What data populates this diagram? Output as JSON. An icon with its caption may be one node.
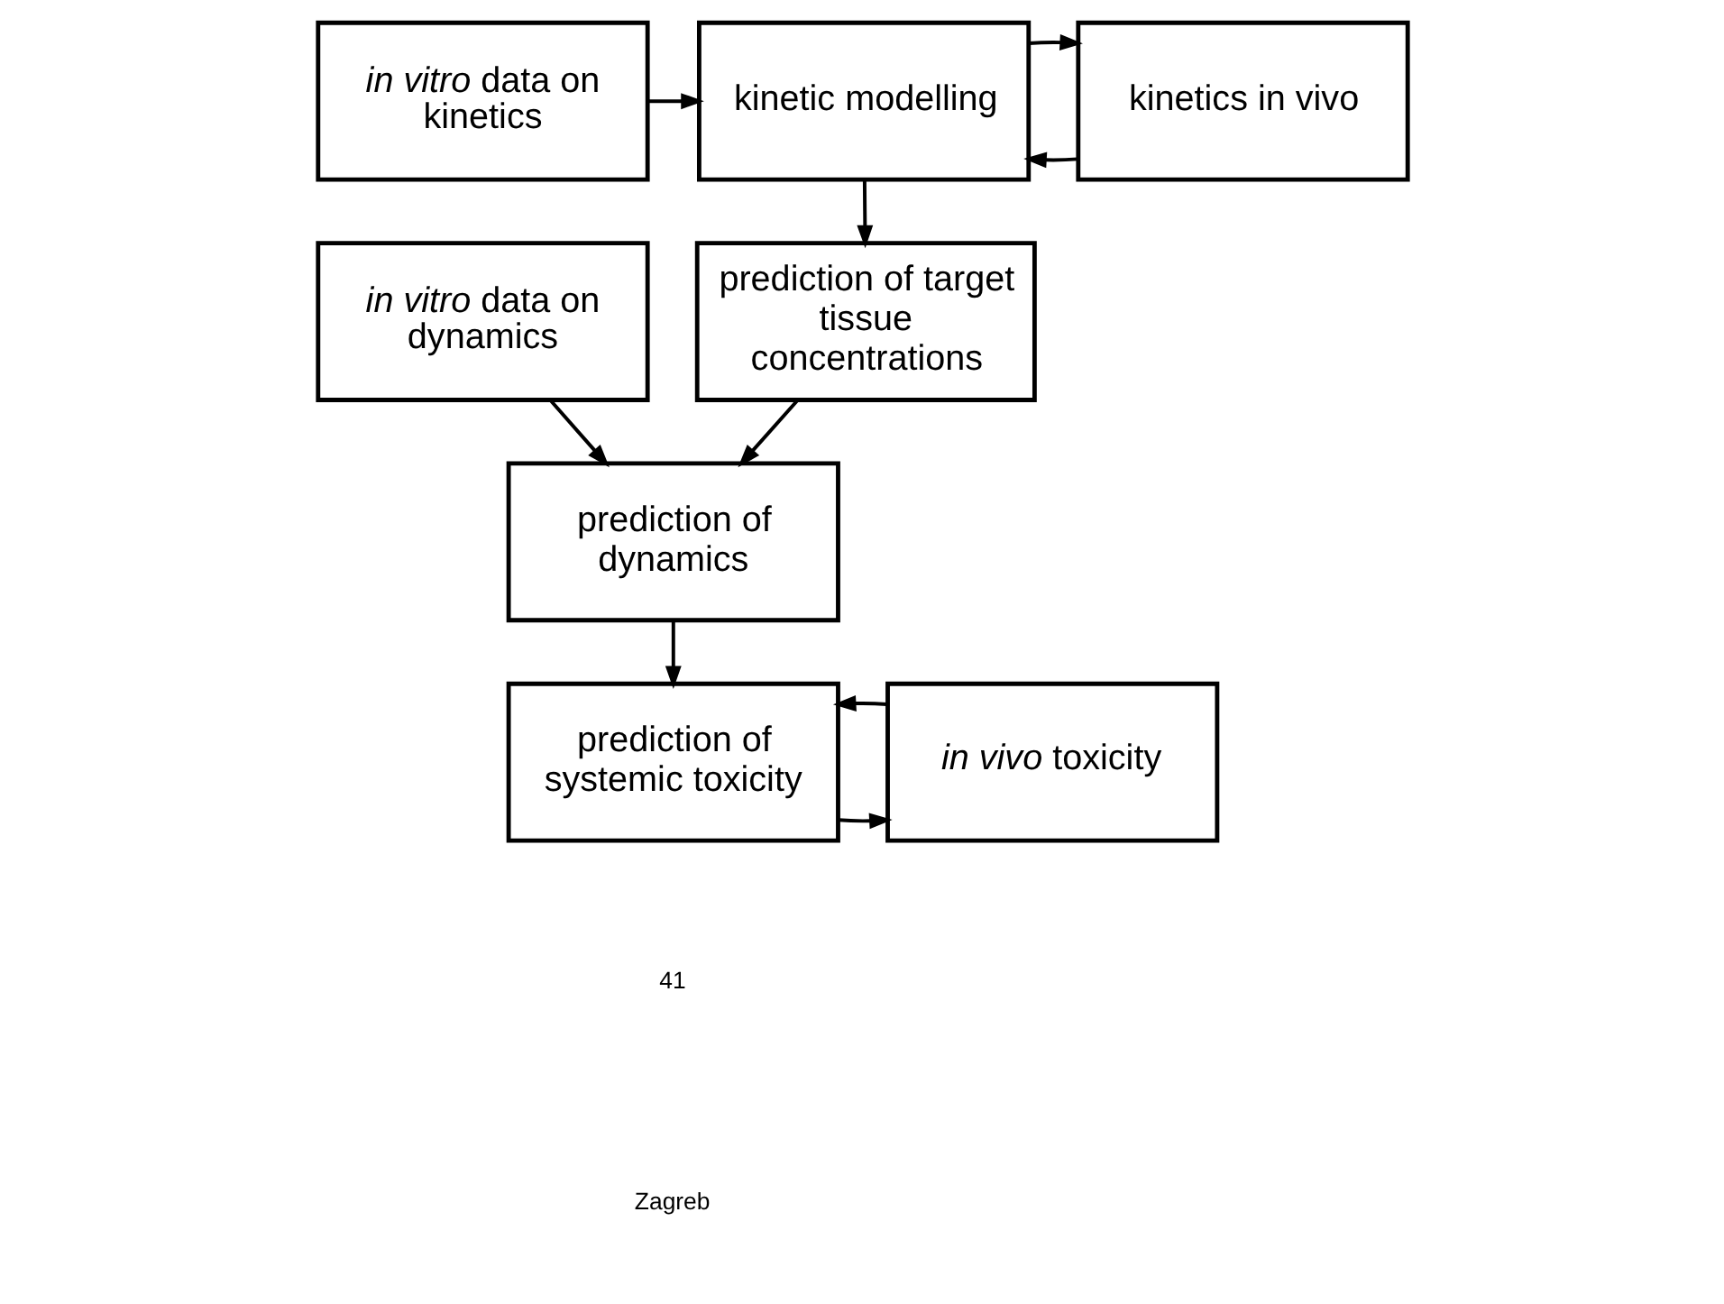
{
  "diagram": {
    "nodes": [
      {
        "text": [
          "*in vitro* data on kinetics"
        ]
      },
      {
        "text": [
          "kinetic modelling"
        ]
      },
      {
        "text": [
          "kinetics in vivo"
        ]
      },
      {
        "text": [
          "*in vitro* data on dynamics"
        ]
      },
      {
        "text": [
          "prediction of target tissue concentrations"
        ]
      },
      {
        "text": [
          "prediction of dynamics"
        ]
      },
      {
        "text": [
          "prediction of systemic toxicity"
        ]
      },
      {
        "text": [
          "*in vivo* toxicity"
        ]
      }
    ],
    "edges": [
      {
        "from": 0,
        "to": 1,
        "arrow": "to"
      },
      {
        "from": 2,
        "to": 1,
        "arrow": "to"
      },
      {
        "from": 1,
        "to": 2,
        "arrow": "to"
      },
      {
        "from": 1,
        "to": 4,
        "arrow": "to"
      },
      {
        "from": 4,
        "to": 5,
        "arrow": "to"
      },
      {
        "from": 3,
        "to": 5,
        "arrow": "to"
      },
      {
        "from": 5,
        "to": 6,
        "arrow": "to"
      },
      {
        "from": 6,
        "to": 7,
        "arrow": "to"
      },
      {
        "from": 7,
        "to": 6,
        "arrow": "to"
      }
    ],
    "labels": [
      "41",
      "Zagreb"
    ]
  }
}
